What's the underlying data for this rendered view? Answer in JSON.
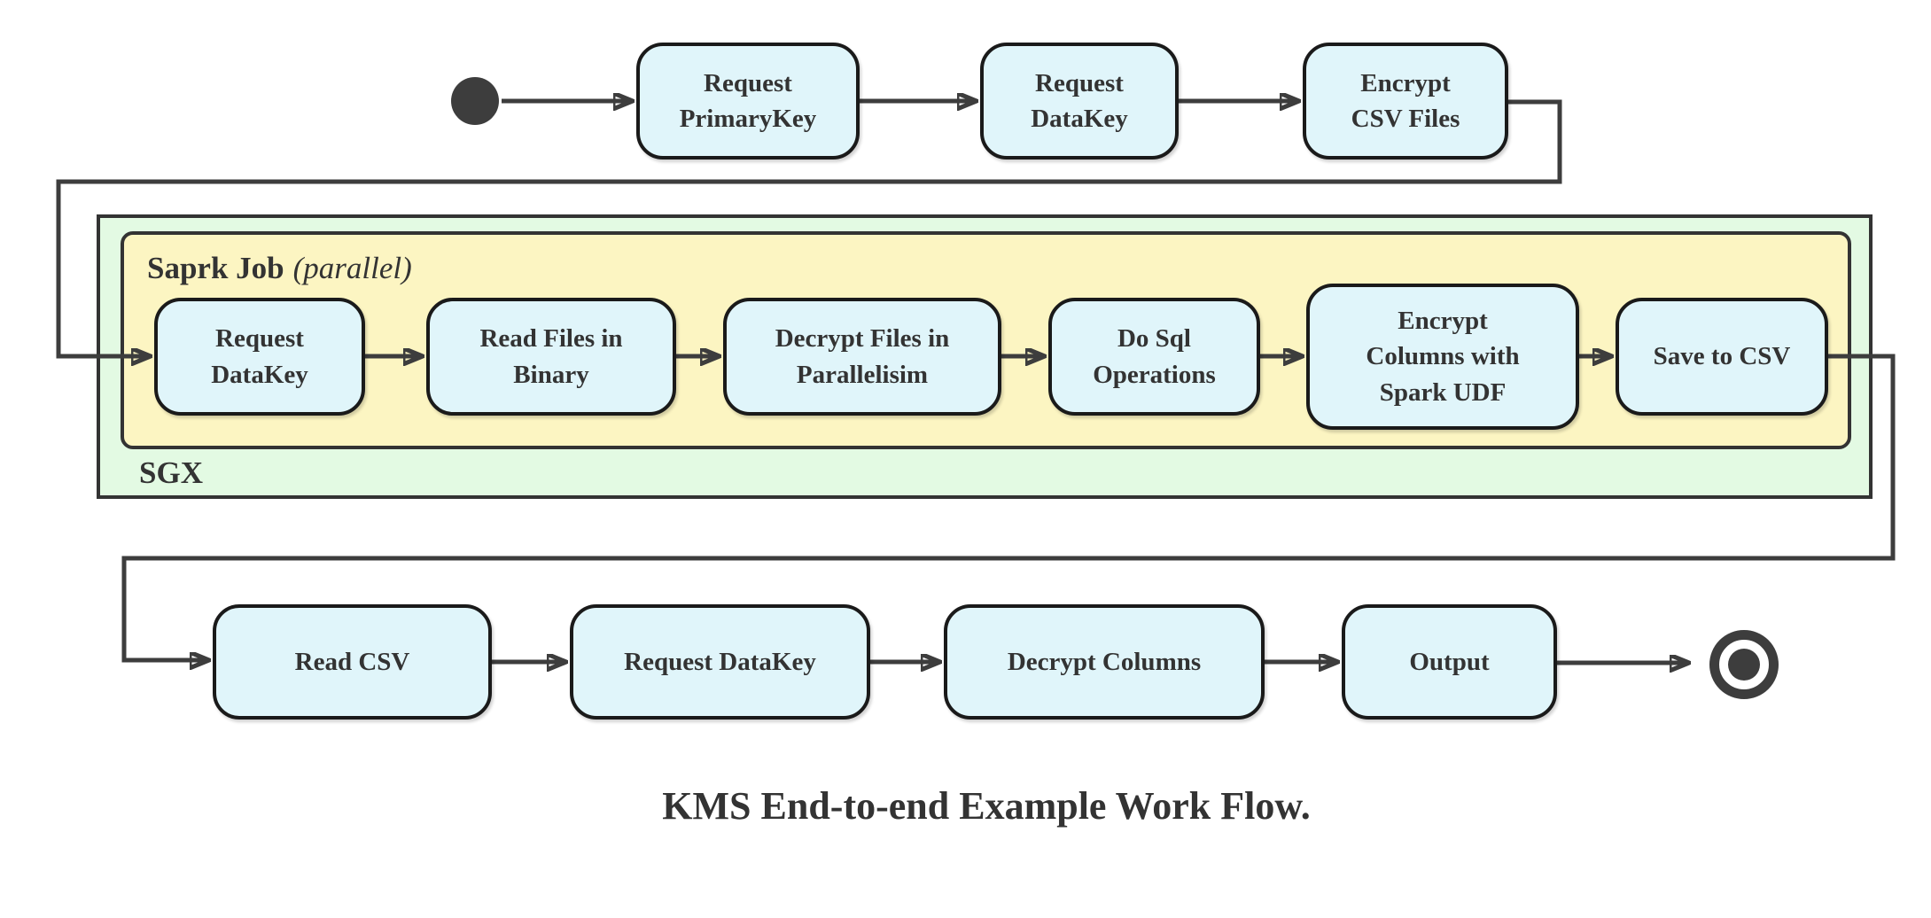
{
  "diagram": {
    "caption": "KMS End-to-end Example Work Flow.",
    "colors": {
      "node_fill": "#E0F5FA",
      "node_border": "#1A1A1A",
      "green_fill": "#E3FAE3",
      "yellow_fill": "#FCF5C2",
      "container_border": "#333333",
      "edge": "#3D3D3D",
      "text": "#333333"
    },
    "containers": {
      "sgx": {
        "label": "SGX"
      },
      "spark_job": {
        "label_bold": "Saprk Job",
        "label_italic": "(parallel)"
      }
    },
    "nodes": {
      "top": [
        {
          "id": "request-primarykey",
          "label": "Request\nPrimaryKey"
        },
        {
          "id": "request-datakey-top",
          "label": "Request\nDataKey"
        },
        {
          "id": "encrypt-csv-files",
          "label": "Encrypt\nCSV Files"
        }
      ],
      "spark": [
        {
          "id": "request-datakey-spark",
          "label": "Request\nDataKey"
        },
        {
          "id": "read-files-in-binary",
          "label": "Read Files in\nBinary"
        },
        {
          "id": "decrypt-files-in-parallelisim",
          "label": "Decrypt Files in\nParallelisim"
        },
        {
          "id": "do-sql-operations",
          "label": "Do Sql\nOperations"
        },
        {
          "id": "encrypt-columns-with-spark-udf",
          "label": "Encrypt\nColumns with\nSpark UDF"
        },
        {
          "id": "save-to-csv",
          "label": "Save to CSV"
        }
      ],
      "bottom": [
        {
          "id": "read-csv",
          "label": "Read CSV"
        },
        {
          "id": "request-datakey-bottom",
          "label": "Request DataKey"
        },
        {
          "id": "decrypt-columns",
          "label": "Decrypt Columns"
        },
        {
          "id": "output",
          "label": "Output"
        }
      ]
    }
  }
}
